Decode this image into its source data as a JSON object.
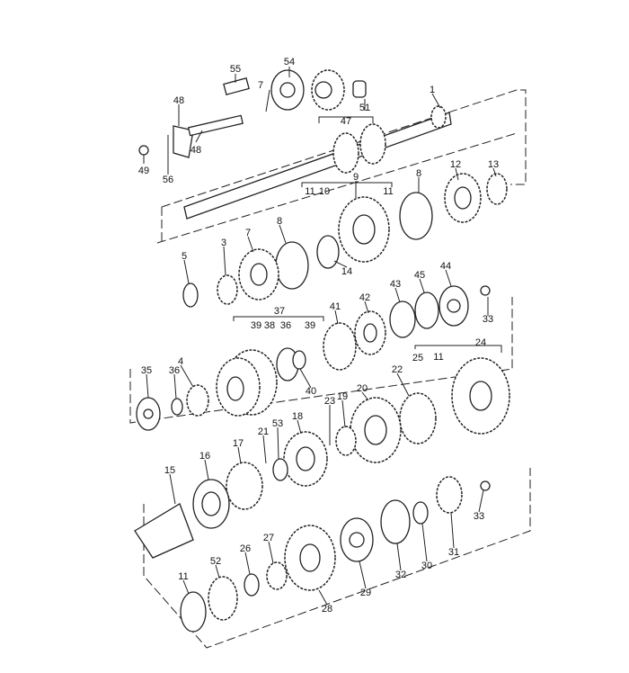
{
  "diagram": {
    "title": "Transmission gear set exploded view",
    "labels": [
      "55",
      "54",
      "47",
      "51",
      "1",
      "48",
      "48",
      "49",
      "56",
      "7",
      "9",
      "11",
      "10",
      "11",
      "8",
      "12",
      "13",
      "8",
      "7",
      "3",
      "14",
      "5",
      "44",
      "45",
      "43",
      "42",
      "33",
      "37",
      "38",
      "39",
      "39",
      "36",
      "41",
      "24",
      "25",
      "11",
      "4",
      "35",
      "36",
      "40",
      "22",
      "20",
      "19",
      "23",
      "18",
      "53",
      "21",
      "17",
      "16",
      "15",
      "33",
      "31",
      "30",
      "32",
      "29",
      "28",
      "27",
      "26",
      "52",
      "11"
    ]
  }
}
